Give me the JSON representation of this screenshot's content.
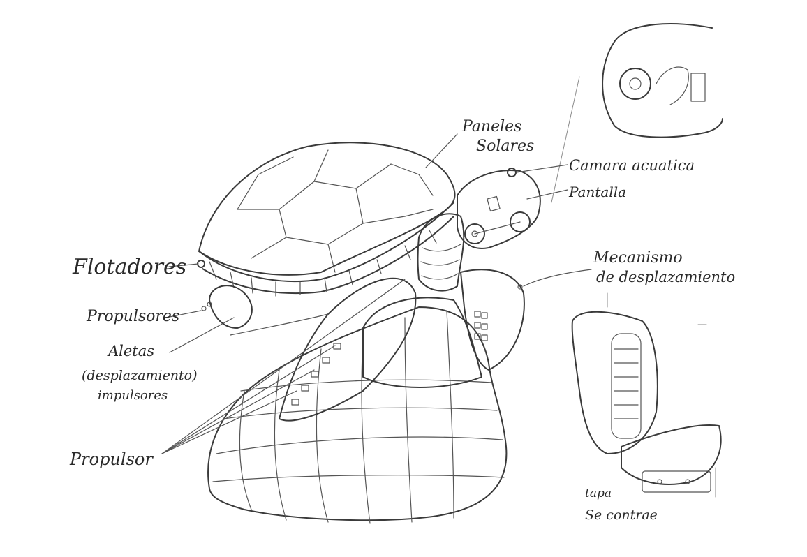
{
  "labels": {
    "paneles_line1": "Paneles",
    "paneles_line2": "Solares",
    "camara": "Camara acuatica",
    "pantalla": "Pantalla",
    "flotadores": "Flotadores",
    "propulsores": "Propulsores",
    "aletas_line1": "Aletas",
    "aletas_line2": "(desplazamiento)",
    "aletas_line3": "impulsores",
    "mecanismo_line1": "Mecanismo",
    "mecanismo_line2": "de desplazamiento",
    "propulsor": "Propulsor",
    "tapa_line1": "tapa",
    "tapa_line2": "Se contrae"
  },
  "colors": {
    "ink": "#3a3a3a",
    "paper": "#ffffff"
  }
}
